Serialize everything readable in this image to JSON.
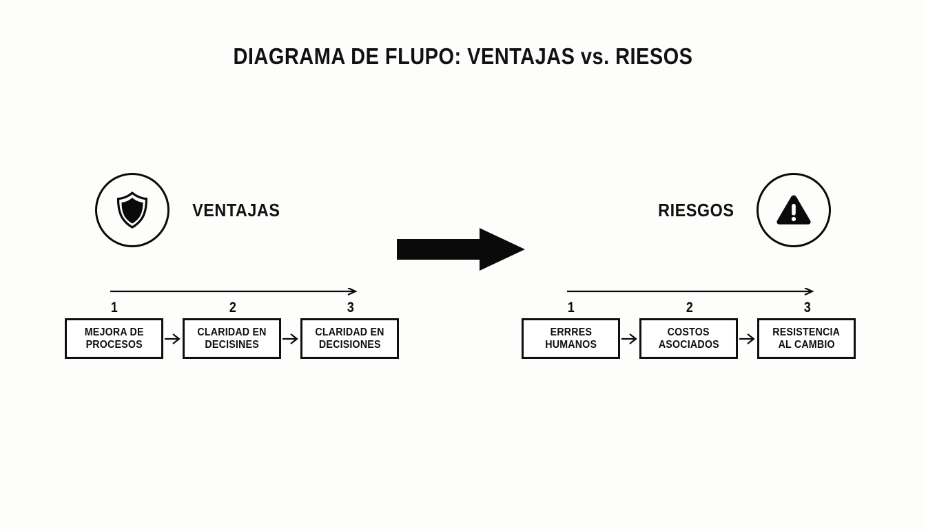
{
  "title": "DIAGRAMA DE FLUPO: VENTAJAS vs. RIESOS",
  "colors": {
    "background": "#fdfdfc",
    "ink": "#0a0a0a",
    "box_fill": "#ffffff"
  },
  "center_arrow": {
    "icon": "thick-right-arrow",
    "direction": "right"
  },
  "groups": [
    {
      "key": "ventajas",
      "label": "VENTAJAS",
      "icon": "shield-icon",
      "icon_position": "left",
      "timeline": {
        "icon": "right-arrow-line",
        "numbers": [
          "1",
          "2",
          "3"
        ]
      },
      "steps": [
        {
          "number": "1",
          "lines": [
            "MEJORA DE",
            "PROCESOS"
          ]
        },
        {
          "number": "2",
          "lines": [
            "CLARIDAD EN",
            "DECISINES"
          ]
        },
        {
          "number": "3",
          "lines": [
            "CLARIDAD EN",
            "DECISIONES"
          ]
        }
      ]
    },
    {
      "key": "riesgos",
      "label": "RIESGOS",
      "icon": "warning-triangle-icon",
      "icon_position": "right",
      "timeline": {
        "icon": "right-arrow-line",
        "numbers": [
          "1",
          "2",
          "3"
        ]
      },
      "steps": [
        {
          "number": "1",
          "lines": [
            "ERRRES",
            "HUMANOS"
          ]
        },
        {
          "number": "2",
          "lines": [
            "COSTOS",
            "ASOCIADOS"
          ]
        },
        {
          "number": "3",
          "lines": [
            "RESISTENCIA",
            "AL CAMBIO"
          ]
        }
      ]
    }
  ]
}
